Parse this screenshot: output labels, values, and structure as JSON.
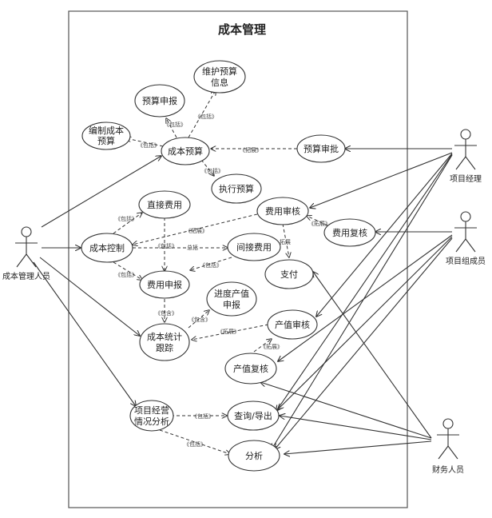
{
  "system": {
    "title": "成本管理"
  },
  "actors": {
    "cost_manager": "成本管理人员",
    "project_manager": "项目经理",
    "team_member": "项目组成员",
    "finance": "财务人员"
  },
  "usecases": {
    "cost_budget": "成本预算",
    "budget_report": "预算申报",
    "maintain_budget_info": [
      "维护预算",
      "信息"
    ],
    "compile_budget": [
      "编制成本",
      "预算"
    ],
    "execute_budget": "执行预算",
    "budget_approval": "预算审批",
    "cost_control": "成本控制",
    "direct_cost": "直接费用",
    "indirect_cost": "间接费用",
    "expense_report": "费用申报",
    "expense_review": "费用审核",
    "expense_recheck": "费用复核",
    "payment": "支付",
    "progress_value_report": [
      "进度产值",
      "申报"
    ],
    "cost_stat_tracking": [
      "成本统计",
      "跟踪"
    ],
    "value_review": "产值审核",
    "value_recheck": "产值复核",
    "project_analysis": [
      "项目经营",
      "情况分析"
    ],
    "query_export": "查询/导出",
    "analysis": "分析"
  },
  "stereotypes": {
    "include": "《包括》",
    "extend": "《拓展》",
    "include_alt": "《包含》",
    "summary": "总括",
    "extend_plain": "拓展"
  }
}
